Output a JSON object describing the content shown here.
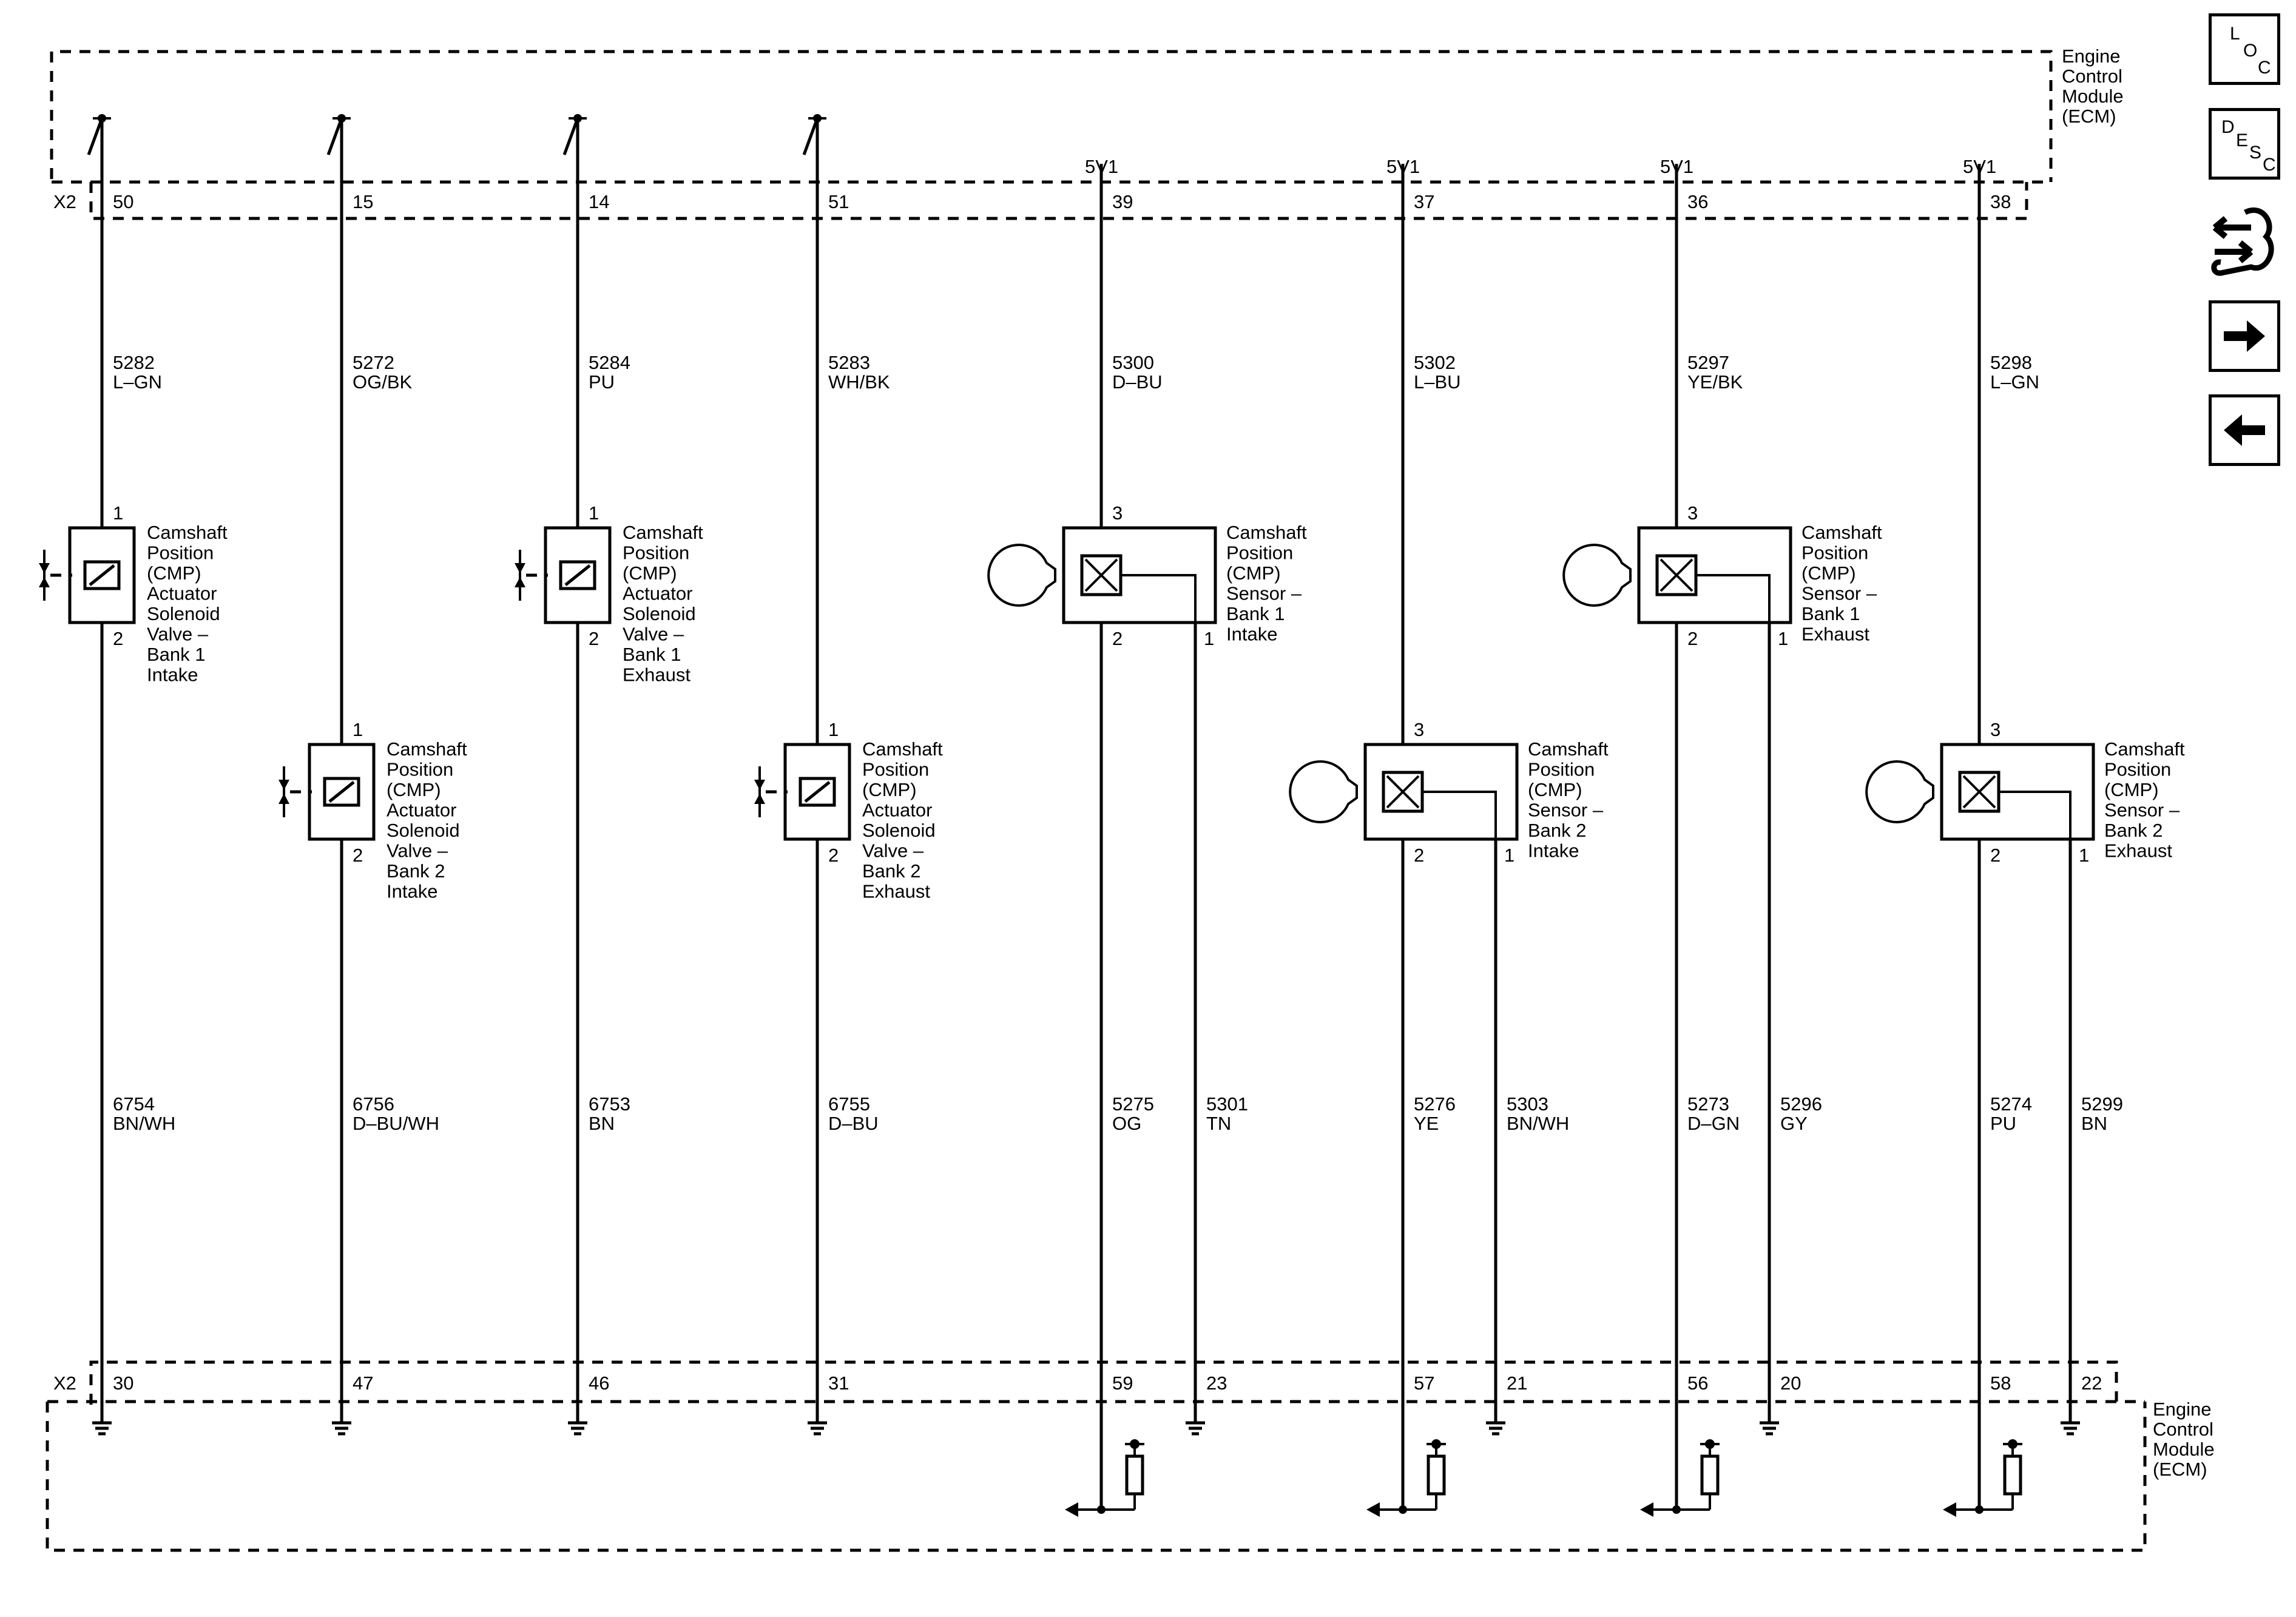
{
  "ecm_label": [
    "Engine",
    "Control",
    "Module",
    "(ECM)"
  ],
  "connector": "X2",
  "supply_label": "5V1",
  "pins_top": [
    "50",
    "15",
    "14",
    "51",
    "39",
    "37",
    "36",
    "38"
  ],
  "pins_bottom": [
    "30",
    "47",
    "46",
    "31",
    "59",
    "23",
    "57",
    "21",
    "56",
    "20",
    "58",
    "22"
  ],
  "upper_circuits": [
    {
      "num": "5282",
      "color": "L–GN"
    },
    {
      "num": "5272",
      "color": "OG/BK"
    },
    {
      "num": "5284",
      "color": "PU"
    },
    {
      "num": "5283",
      "color": "WH/BK"
    },
    {
      "num": "5300",
      "color": "D–BU"
    },
    {
      "num": "5302",
      "color": "L–BU"
    },
    {
      "num": "5297",
      "color": "YE/BK"
    },
    {
      "num": "5298",
      "color": "L–GN"
    }
  ],
  "lower_circuits": [
    {
      "num": "6754",
      "color": "BN/WH"
    },
    {
      "num": "6756",
      "color": "D–BU/WH"
    },
    {
      "num": "6753",
      "color": "BN"
    },
    {
      "num": "6755",
      "color": "D–BU"
    },
    {
      "num": "5275",
      "color": "OG"
    },
    {
      "num": "5301",
      "color": "TN"
    },
    {
      "num": "5276",
      "color": "YE"
    },
    {
      "num": "5303",
      "color": "BN/WH"
    },
    {
      "num": "5273",
      "color": "D–GN"
    },
    {
      "num": "5296",
      "color": "GY"
    },
    {
      "num": "5274",
      "color": "PU"
    },
    {
      "num": "5299",
      "color": "BN"
    }
  ],
  "solenoids": [
    {
      "pin_top": "1",
      "pin_bottom": "2",
      "label": [
        "Camshaft",
        "Position",
        "(CMP)",
        "Actuator",
        "Solenoid",
        "Valve –",
        "Bank 1",
        "Intake"
      ]
    },
    {
      "pin_top": "1",
      "pin_bottom": "2",
      "label": [
        "Camshaft",
        "Position",
        "(CMP)",
        "Actuator",
        "Solenoid",
        "Valve –",
        "Bank 2",
        "Intake"
      ]
    },
    {
      "pin_top": "1",
      "pin_bottom": "2",
      "label": [
        "Camshaft",
        "Position",
        "(CMP)",
        "Actuator",
        "Solenoid",
        "Valve –",
        "Bank 1",
        "Exhaust"
      ]
    },
    {
      "pin_top": "1",
      "pin_bottom": "2",
      "label": [
        "Camshaft",
        "Position",
        "(CMP)",
        "Actuator",
        "Solenoid",
        "Valve –",
        "Bank 2",
        "Exhaust"
      ]
    }
  ],
  "sensors": [
    {
      "pin_top": "3",
      "pin_sig": "2",
      "pin_low": "1",
      "label": [
        "Camshaft",
        "Position",
        "(CMP)",
        "Sensor –",
        "Bank 1",
        "Intake"
      ]
    },
    {
      "pin_top": "3",
      "pin_sig": "2",
      "pin_low": "1",
      "label": [
        "Camshaft",
        "Position",
        "(CMP)",
        "Sensor –",
        "Bank 2",
        "Intake"
      ]
    },
    {
      "pin_top": "3",
      "pin_sig": "2",
      "pin_low": "1",
      "label": [
        "Camshaft",
        "Position",
        "(CMP)",
        "Sensor –",
        "Bank 1",
        "Exhaust"
      ]
    },
    {
      "pin_top": "3",
      "pin_sig": "2",
      "pin_low": "1",
      "label": [
        "Camshaft",
        "Position",
        "(CMP)",
        "Sensor –",
        "Bank 2",
        "Exhaust"
      ]
    }
  ],
  "nav_buttons": {
    "loc": [
      "L",
      "O",
      "C"
    ],
    "desc": [
      "D",
      "E",
      "S",
      "C"
    ],
    "icons": [
      "connector-end-view-icon",
      "next-page-arrow-icon",
      "previous-page-arrow-icon"
    ]
  }
}
